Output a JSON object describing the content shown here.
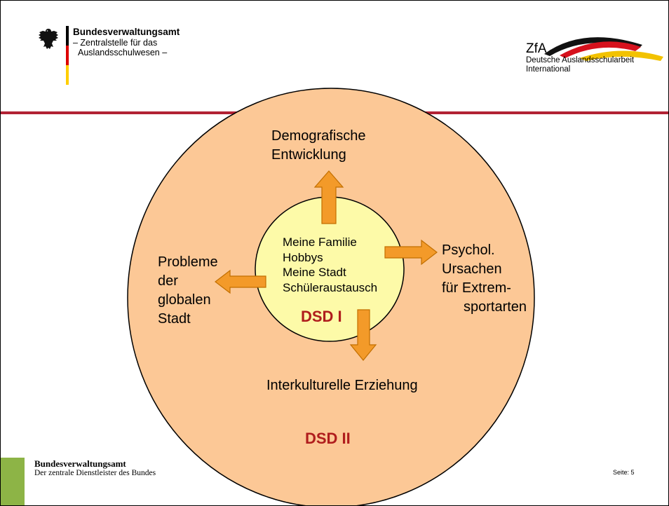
{
  "header": {
    "agency_name": "Bundesverwaltungsamt",
    "division_line1": "– Zentralstelle für das",
    "division_line2": "Auslandsschulwesen –",
    "zfa_short": "ZfA",
    "zfa_line1": "Deutsche Auslandsschularbeit",
    "zfa_line2": "International",
    "flag_colors": [
      "#000000",
      "#dd0000",
      "#ffce00"
    ],
    "divider_color": "#b22234"
  },
  "diagram": {
    "outer_title": "DSD II",
    "inner_title": "DSD I",
    "inner_topics": [
      "Meine Familie",
      "Hobbys",
      "Meine Stadt",
      "Schüleraustausch"
    ],
    "top_label": {
      "line1": "Demografische",
      "line2": "Entwicklung"
    },
    "right_label": {
      "line1": "Psychol.",
      "line2": "Ursachen",
      "line3": "für Extrem-",
      "line4": "sportarten"
    },
    "left_label": {
      "line1": "Probleme",
      "line2": "der",
      "line3": "globalen",
      "line4": "Stadt"
    },
    "bottom_label": "Interkulturelle Erziehung",
    "colors": {
      "outer_fill": "#fcc896",
      "inner_fill": "#fdfaa8",
      "arrow_fill": "#f39a29",
      "title_color": "#b01d1d"
    }
  },
  "footer": {
    "agency_name": "Bundesverwaltungsamt",
    "tagline": "Der zentrale Dienstleister des Bundes",
    "page": "Seite: 5",
    "accent_color": "#8db446"
  }
}
